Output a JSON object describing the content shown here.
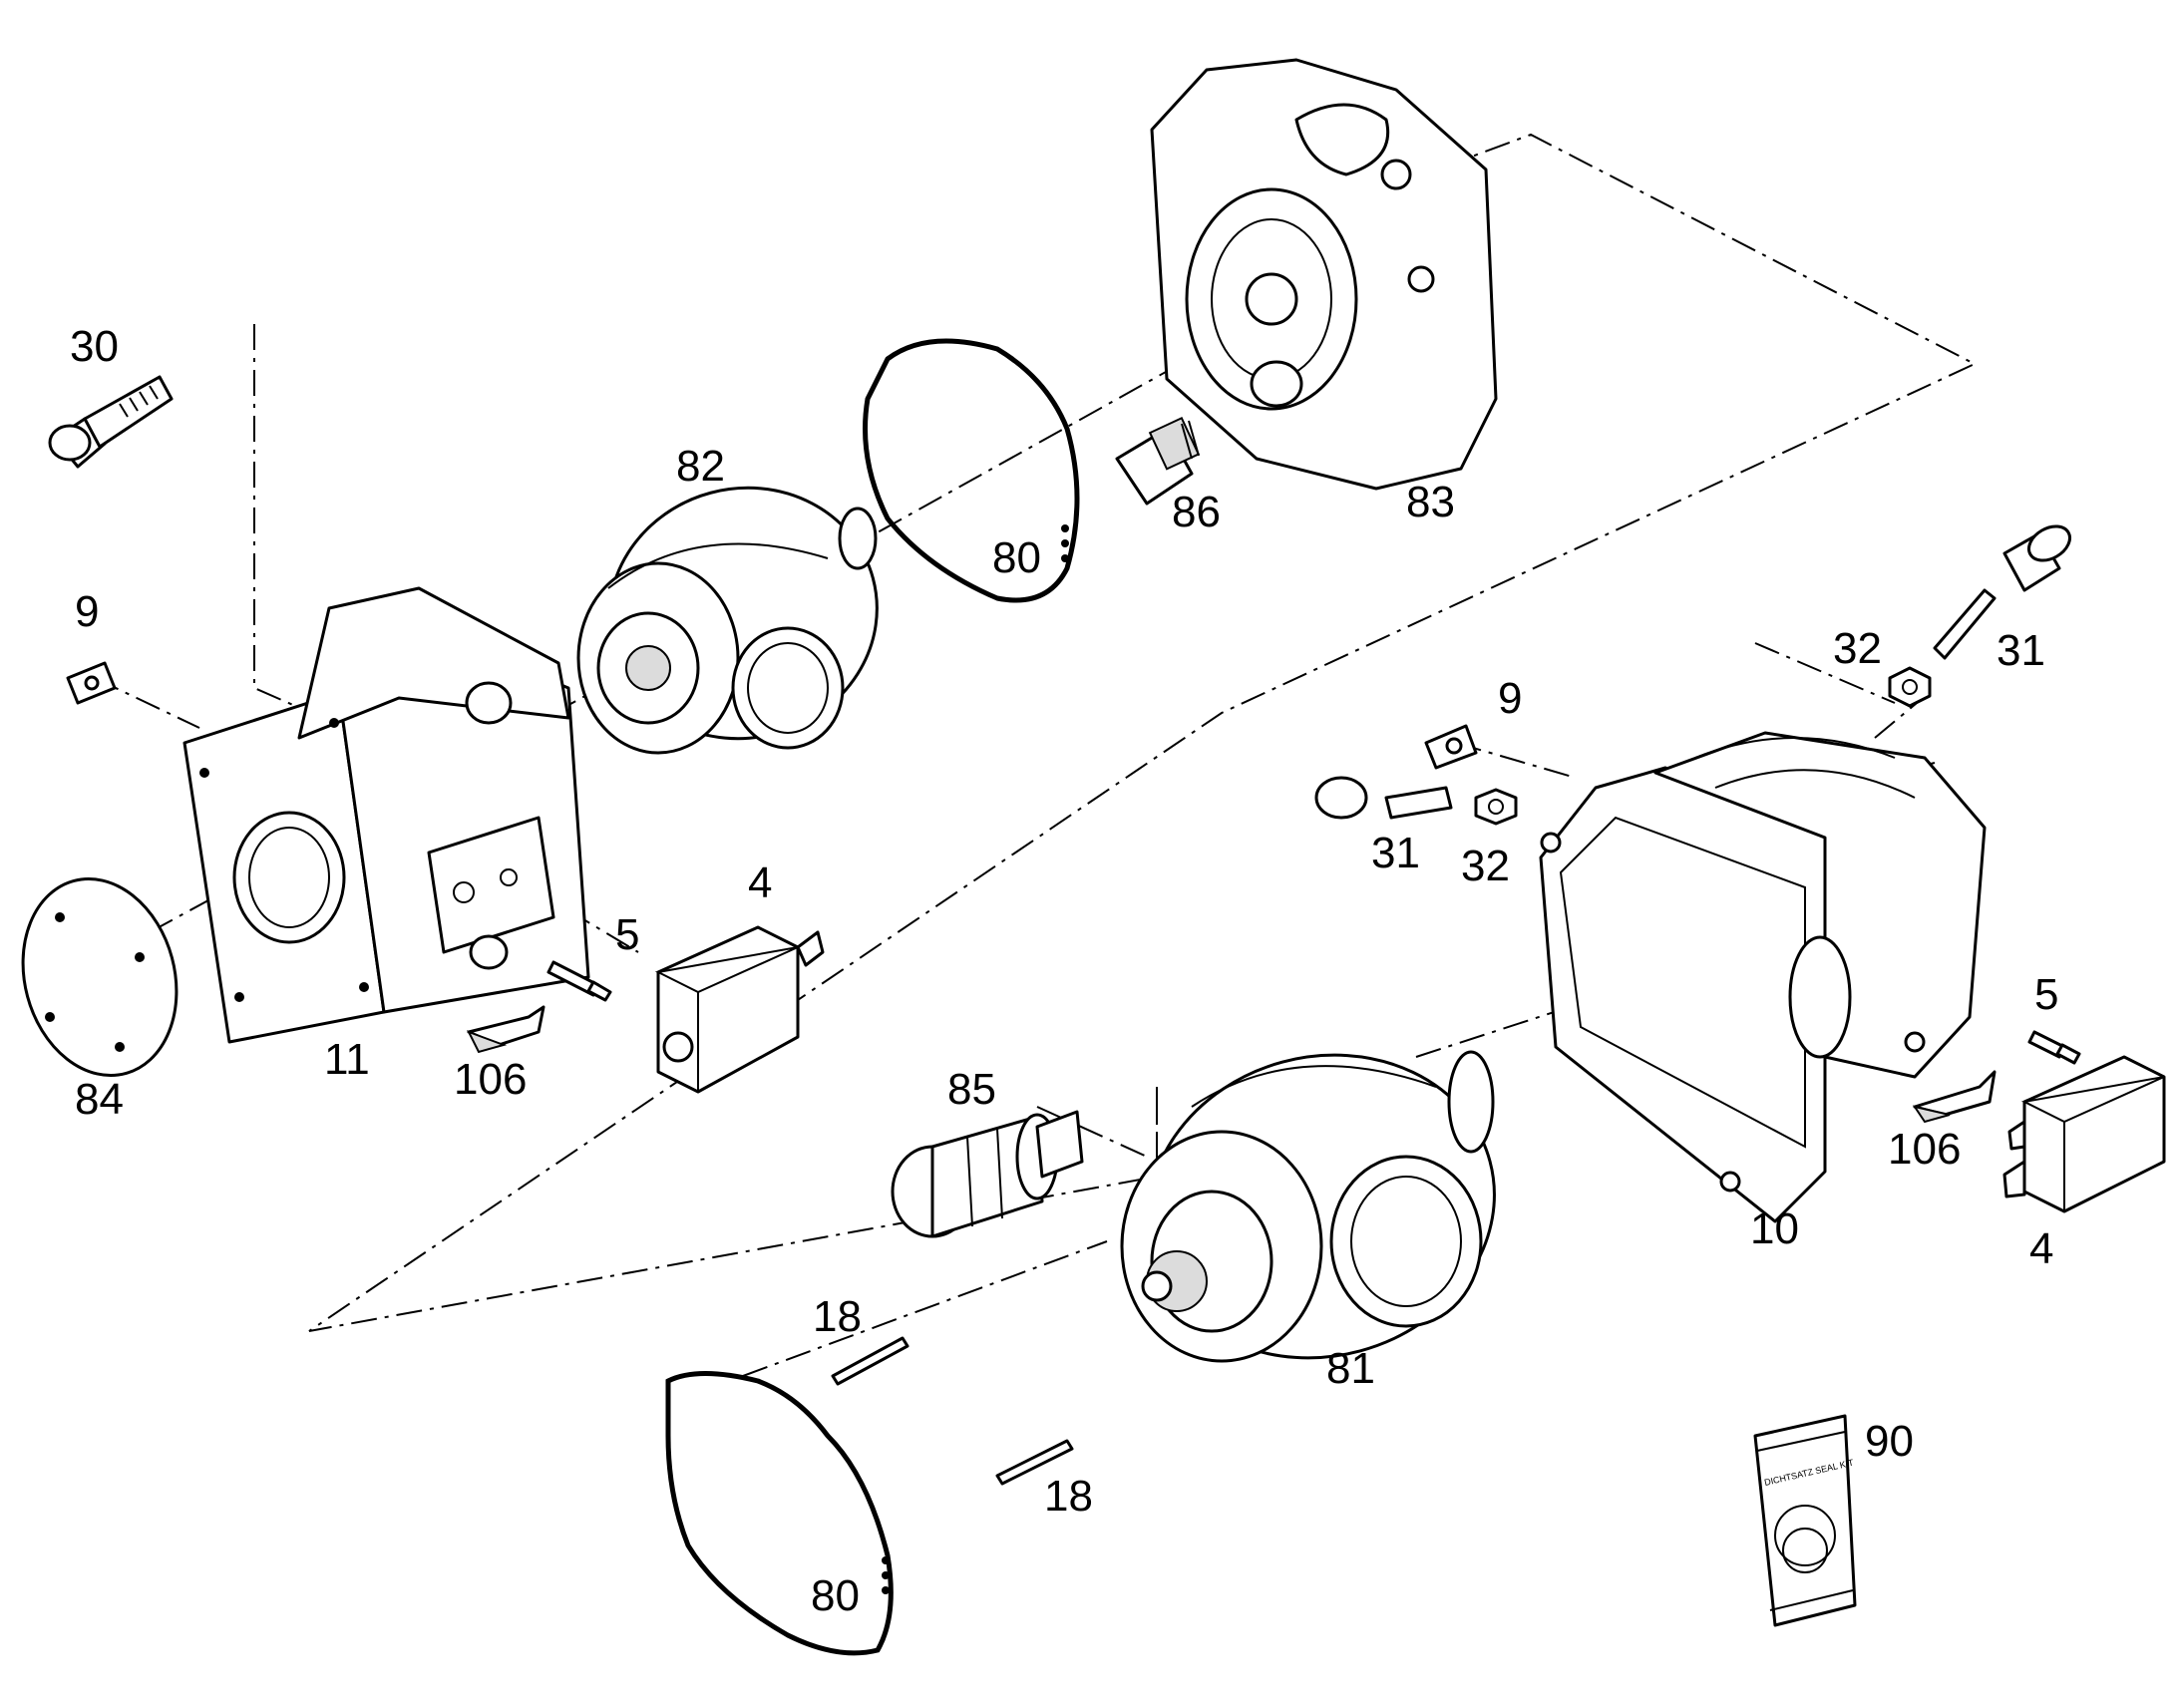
{
  "callouts": {
    "c4a": "4",
    "c4b": "4",
    "c5a": "5",
    "c5b": "5",
    "c9a": "9",
    "c9b": "9",
    "c10": "10",
    "c11": "11",
    "c18a": "18",
    "c18b": "18",
    "c30": "30",
    "c31a": "31",
    "c31b": "31",
    "c32a": "32",
    "c32b": "32",
    "c80a": "80",
    "c80b": "80",
    "c81": "81",
    "c82": "82",
    "c83": "83",
    "c84": "84",
    "c85": "85",
    "c86": "86",
    "c90": "90",
    "c106a": "106",
    "c106b": "106"
  },
  "seal_kit_bag_text": "DICHTSATZ SEAL KIT"
}
